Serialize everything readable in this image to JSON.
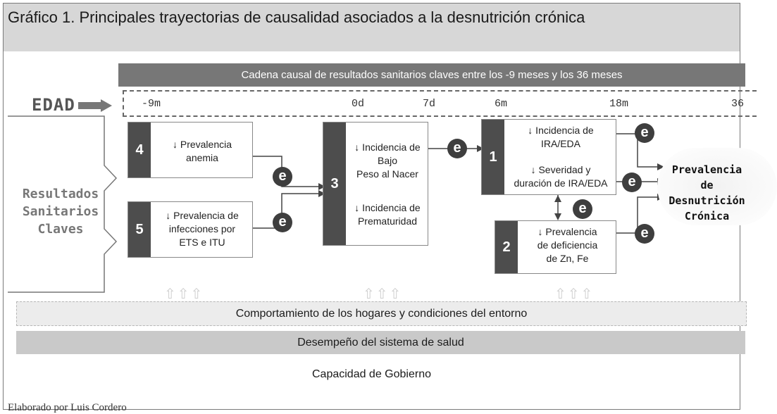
{
  "title": "Gráfico 1. Principales trayectorias de causalidad asociados a la desnutrición crónica",
  "banner": "Cadena causal de resultados sanitarios claves entre los -9 meses y los 36 meses",
  "age_label": "EDAD",
  "age_ticks": [
    "-9m",
    "0d",
    "7d",
    "6m",
    "18m",
    "36"
  ],
  "left_label": [
    "Resultados",
    "Sanitarios",
    "Claves"
  ],
  "boxes": {
    "b4": {
      "num": "4",
      "lines": [
        "↓ Prevalencia",
        "anemia"
      ]
    },
    "b5": {
      "num": "5",
      "lines": [
        "↓ Prevalencia de",
        "infecciones por",
        "ETS e ITU"
      ]
    },
    "b3": {
      "num": "3",
      "top": [
        "↓ Incidencia de Bajo",
        "Peso al Nacer"
      ],
      "bottom": [
        "↓ Incidencia de",
        "Prematuridad"
      ]
    },
    "b1": {
      "num": "1",
      "top": [
        "↓ Incidencia de",
        "IRA/EDA"
      ],
      "bottom": [
        "↓ Severidad y",
        "duración de IRA/EDA"
      ]
    },
    "b2": {
      "num": "2",
      "lines": [
        "↓ Prevalencia",
        "de deficiencia",
        "de Zn, Fe"
      ]
    }
  },
  "e_symbol": "e",
  "outcome": [
    "Prevalencia de",
    "Desnutrición",
    "Crónica"
  ],
  "bands": {
    "households": "Comportamiento de los hogares y condiciones del entorno",
    "health": "Desempeño del sistema de salud",
    "government": "Capacidad de Gobierno"
  },
  "credit": "Elaborado por Luis Cordero",
  "colors": {
    "dark_box": "#4d4d4d",
    "banner": "#777777",
    "title_bg": "#d7d7d7",
    "band_health": "#c9c9c9"
  }
}
